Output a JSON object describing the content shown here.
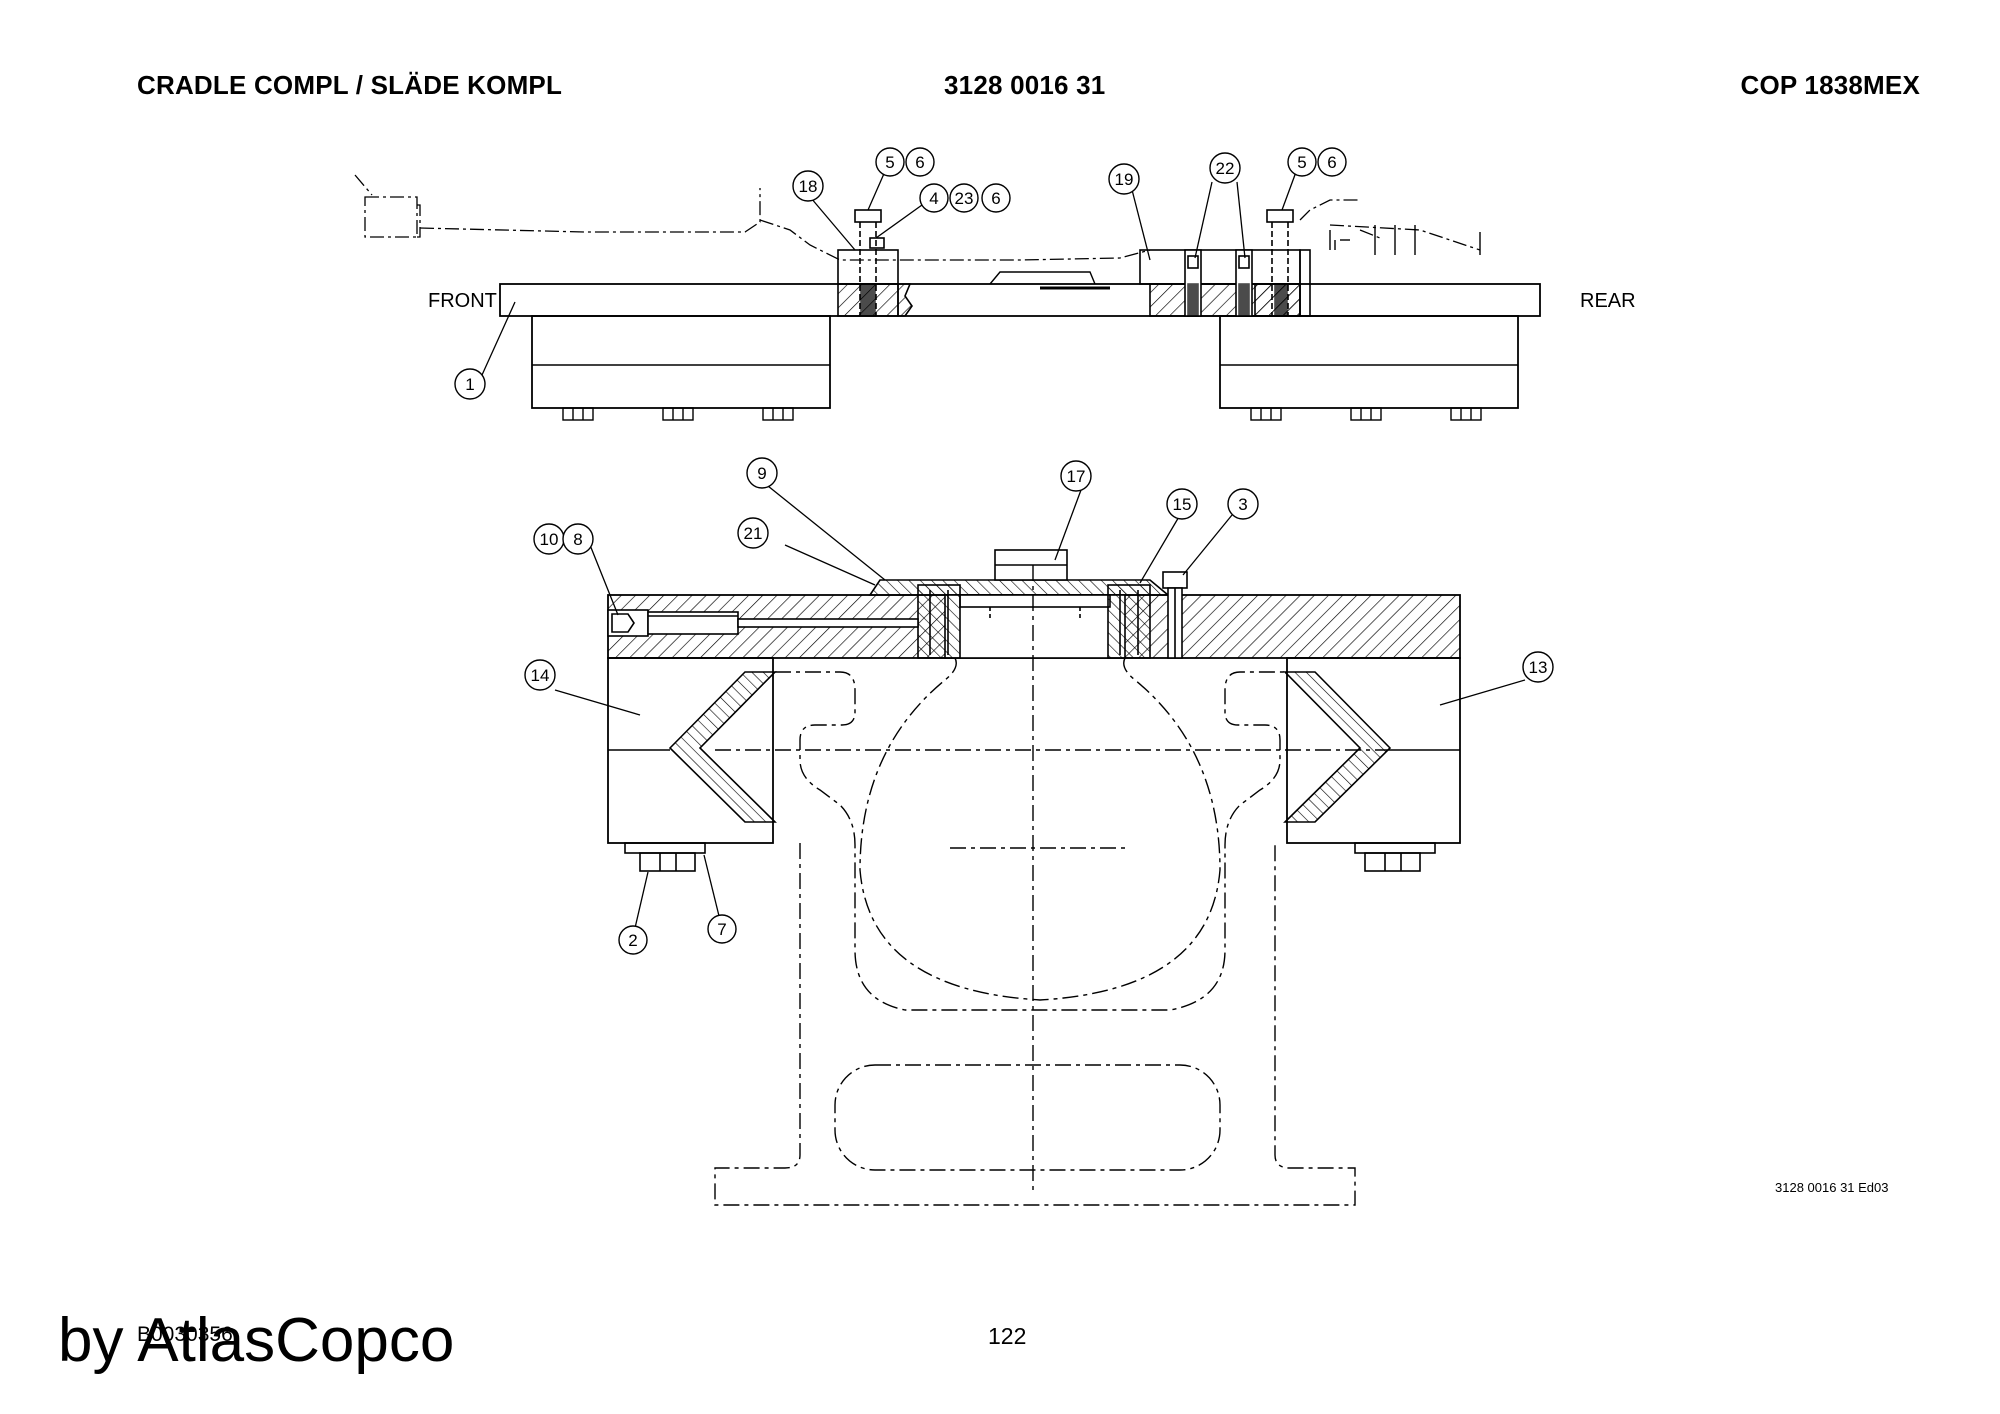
{
  "header": {
    "title": "CRADLE COMPL / SLÄDE KOMPL",
    "part_number": "3128 0016 31",
    "model": "COP 1838MEX"
  },
  "drawing": {
    "side_labels": {
      "front": "FRONT",
      "rear": "REAR"
    },
    "callouts_top": [
      "1",
      "4",
      "23",
      "6",
      "5",
      "6",
      "18",
      "19",
      "22",
      "5",
      "6"
    ],
    "callouts_section": [
      "9",
      "17",
      "15",
      "3",
      "21",
      "10",
      "8",
      "14",
      "13",
      "2",
      "7"
    ],
    "edition": "3128 0016 31 Ed03"
  },
  "footer": {
    "doc_number": "B0030356",
    "page": "122",
    "watermark": "by AtlasCopco"
  }
}
